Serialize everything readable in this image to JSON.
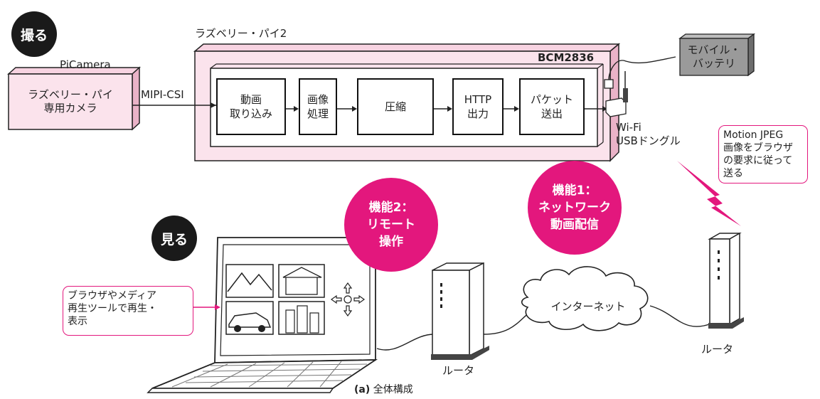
{
  "badges": {
    "take": "撮る",
    "view": "見る"
  },
  "camera": {
    "title": "PiCamera",
    "label": "ラズベリー・パイ\n専用カメラ"
  },
  "interface_label": "MIPI-CSI",
  "raspi": {
    "title": "ラズベリー・パイ2",
    "soc": "BCM2836",
    "stages": [
      "動画\n取り込み",
      "画像\n処理",
      "圧縮",
      "HTTP\n出力",
      "パケット\n送出"
    ]
  },
  "battery": "モバイル・\nバッテリ",
  "wifi": "Wi-Fi\nUSBドングル",
  "mjpeg_note": "Motion JPEG\n画像をブラウザ\nの要求に従って\n送る",
  "feature1": "機能1：\nネットワーク\n動画配信",
  "feature2": "機能2：\nリモート\n操作",
  "browser_note": "ブラウザやメディア\n再生ツールで再生・\n表示",
  "internet": "インターネット",
  "router_label_1": "ルータ",
  "router_label_2": "ルータ",
  "caption_letter": "(a)",
  "caption_text": "全体構成",
  "colors": {
    "pink_fill": "#fbe3ec",
    "pink_shadow": "#f3c4d6",
    "accent": "#e3177d",
    "battery_fill": "#9a9a9a"
  }
}
